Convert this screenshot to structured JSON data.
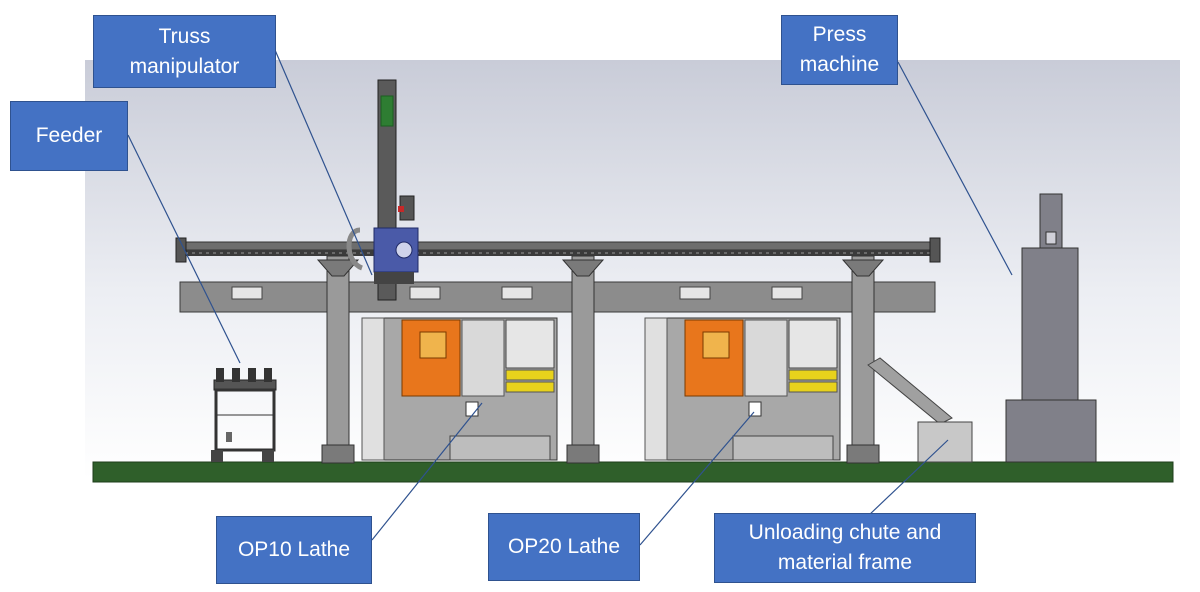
{
  "labels": {
    "truss": [
      "Truss",
      "manipulator"
    ],
    "feeder": [
      "Feeder"
    ],
    "press": [
      "Press",
      "machine"
    ],
    "op10": [
      "OP10 Lathe"
    ],
    "op20": [
      "OP20 Lathe"
    ],
    "unloading": [
      "Unloading chute and",
      "material frame"
    ]
  },
  "colors": {
    "label_fill": "#4472c4",
    "floor": "#2f5f2a",
    "beam": "#8c8c8c",
    "lathe_door": "#e8761c",
    "lathe_window": "#f0b44c",
    "yellow_panel": "#e8d21c",
    "manipulator_carriage": "#4a5aa8",
    "press": "#808089"
  }
}
